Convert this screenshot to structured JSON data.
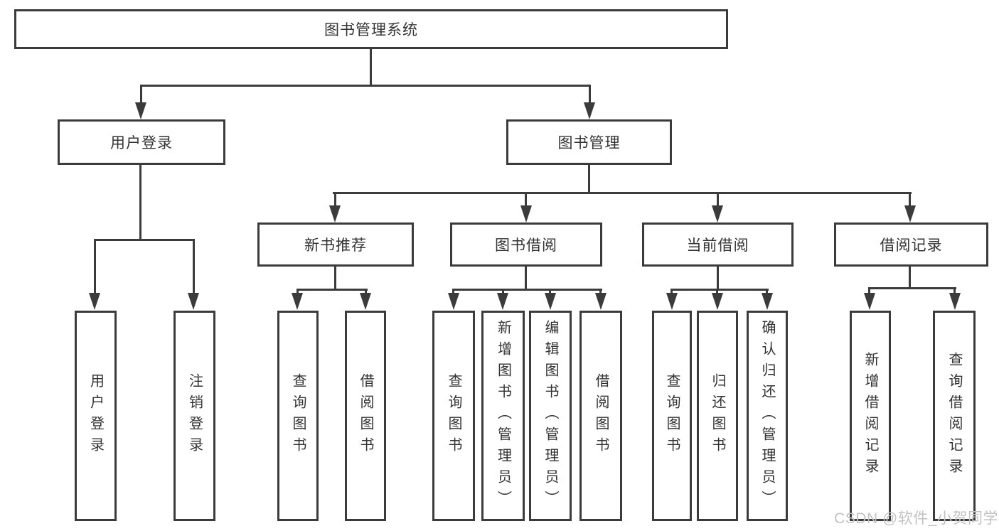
{
  "tree": {
    "label": "图书管理系统",
    "children": [
      {
        "label": "用户登录",
        "children": [
          {
            "label": "用户登录"
          },
          {
            "label": "注销登录"
          }
        ]
      },
      {
        "label": "图书管理",
        "children": [
          {
            "label": "新书推荐",
            "children": [
              {
                "label": "查询图书"
              },
              {
                "label": "借阅图书"
              }
            ]
          },
          {
            "label": "图书借阅",
            "children": [
              {
                "label": "查询图书"
              },
              {
                "label": "新增图书（管理员）"
              },
              {
                "label": "编辑图书（管理员）"
              },
              {
                "label": "借阅图书"
              }
            ]
          },
          {
            "label": "当前借阅",
            "children": [
              {
                "label": "查询图书"
              },
              {
                "label": "归还图书"
              },
              {
                "label": "确认归还（管理员）"
              }
            ]
          },
          {
            "label": "借阅记录",
            "children": [
              {
                "label": "新增借阅记录"
              },
              {
                "label": "查询借阅记录"
              }
            ]
          }
        ]
      }
    ]
  },
  "watermark": {
    "text": "CSDN @软件_小贺同学"
  },
  "colors": {
    "line": "#3b3b3b",
    "text": "#333333",
    "background": "#ffffff",
    "watermark": "#c2c2c2"
  }
}
